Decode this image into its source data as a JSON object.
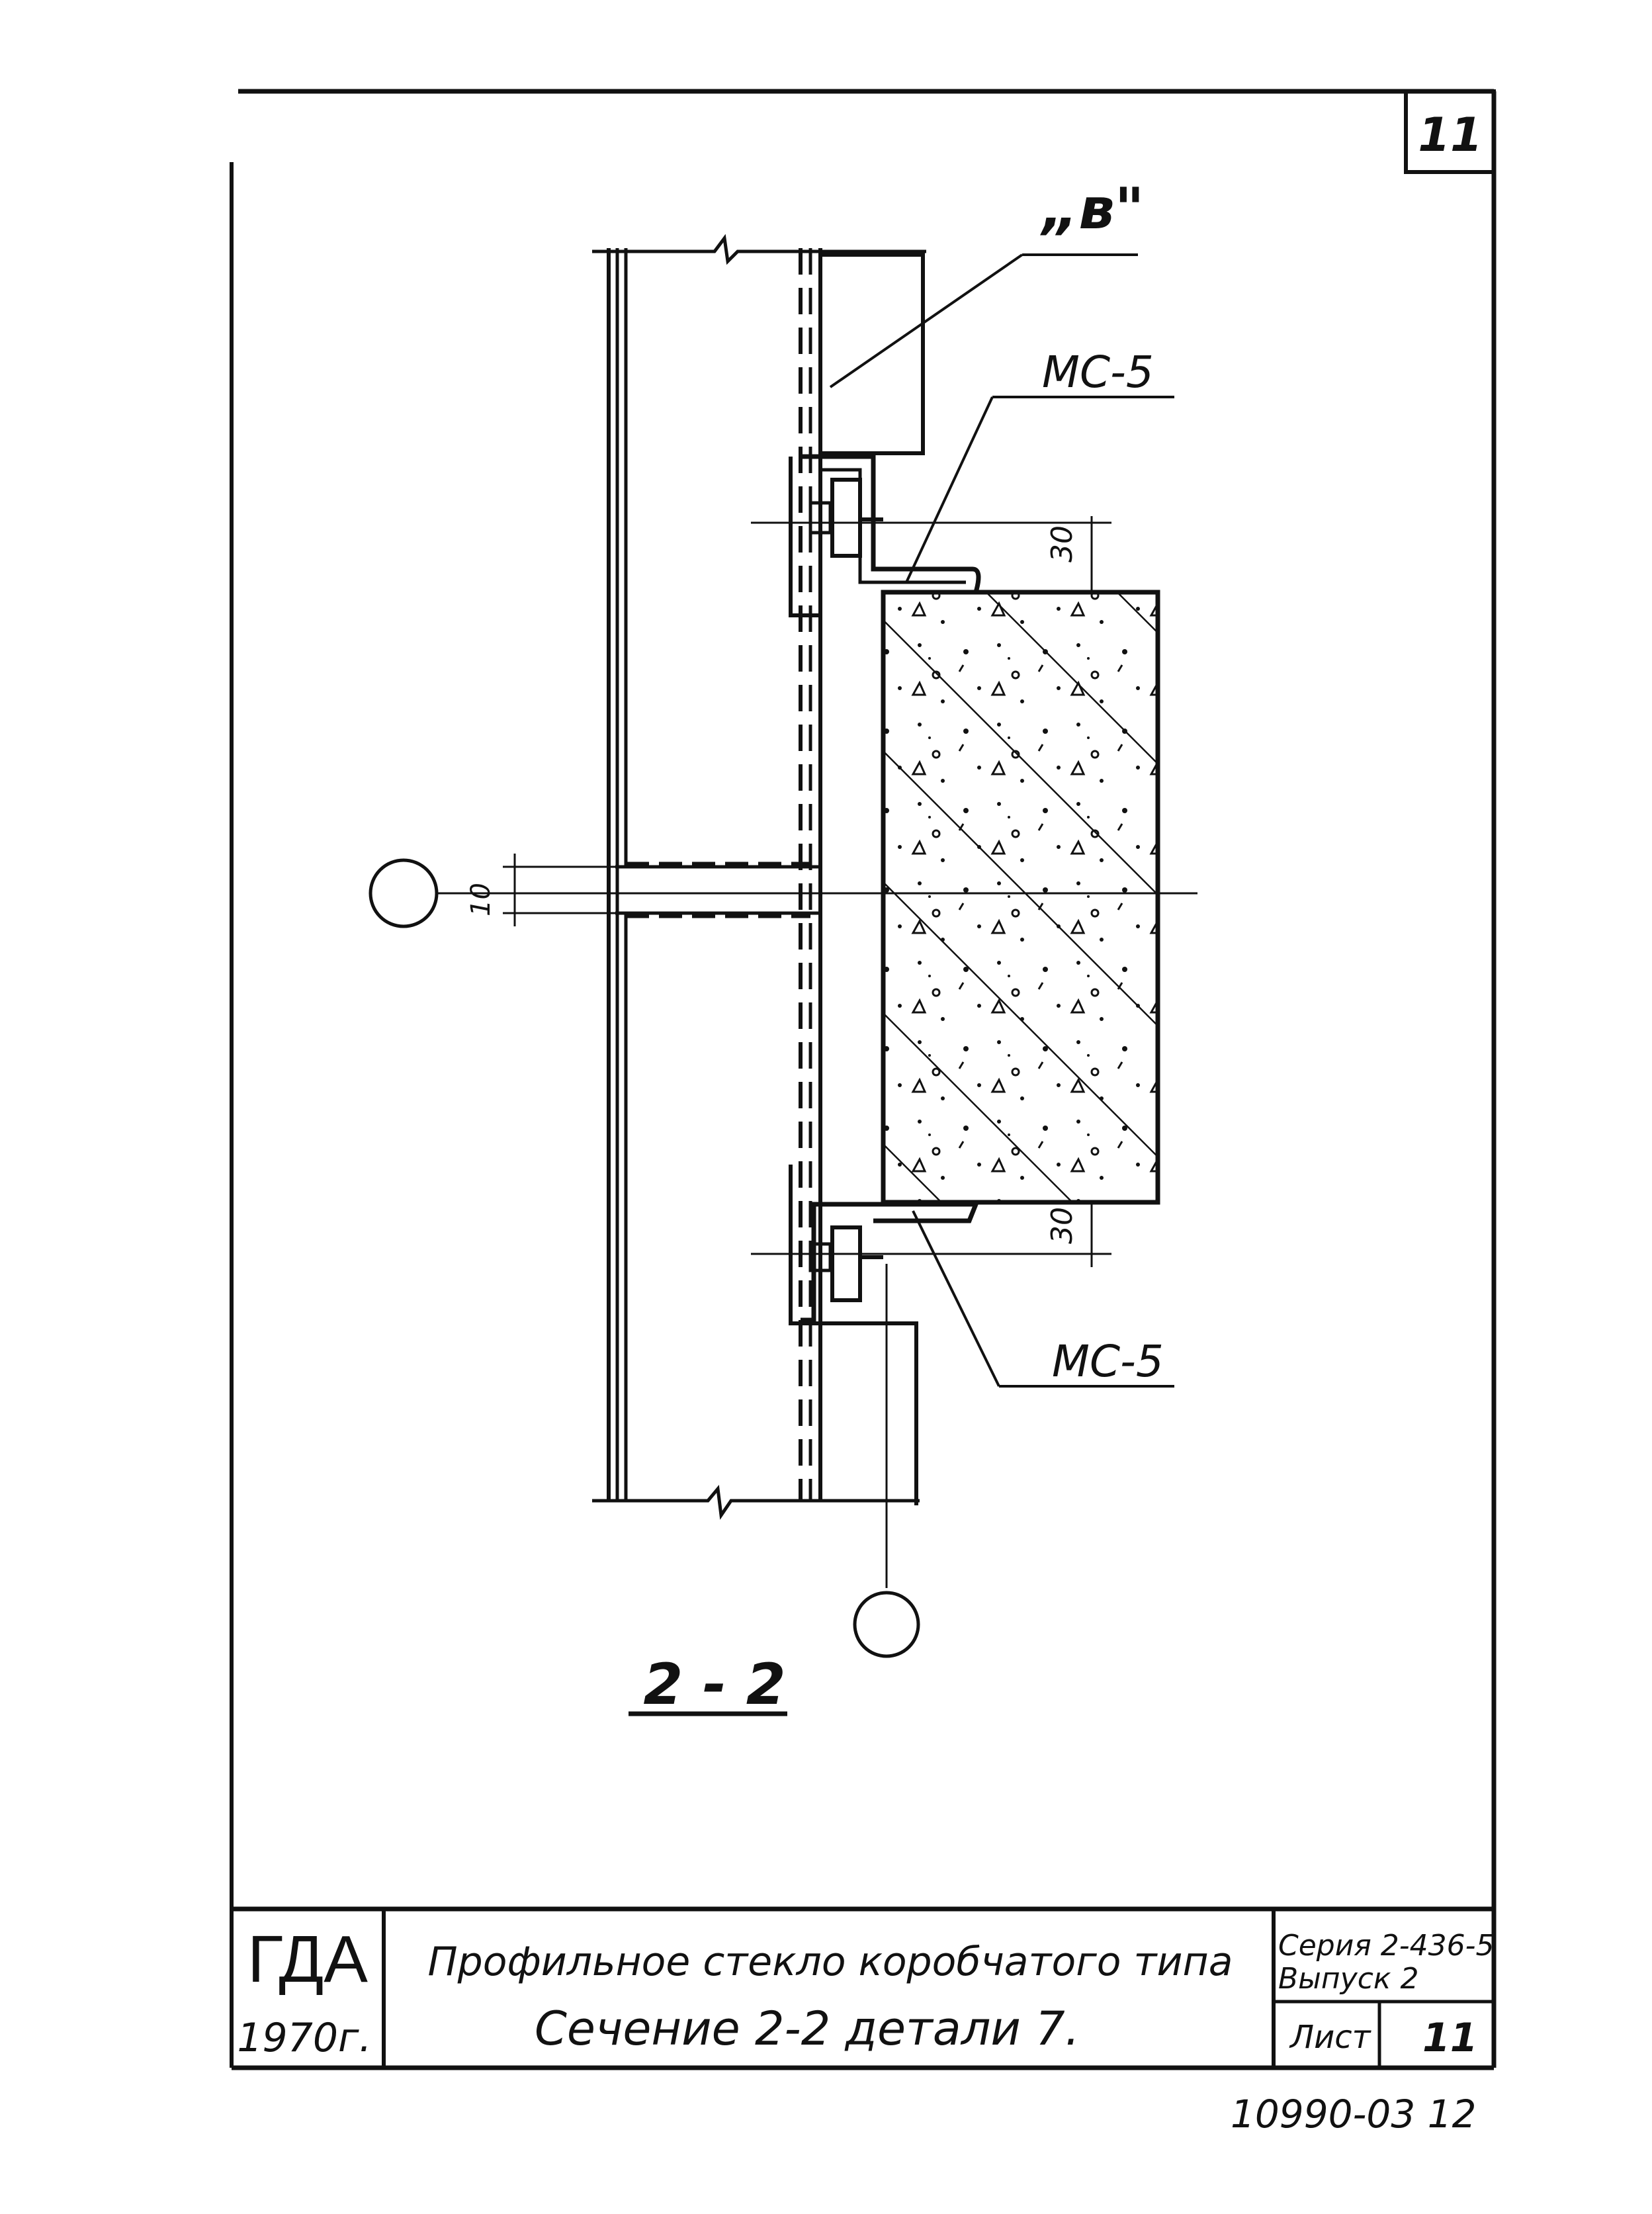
{
  "sheet": {
    "corner_sheet_number": "11",
    "bottom_code": "10990-03 12"
  },
  "drawing": {
    "callout_top": "„в\"",
    "label_mc5_top": "МС-5",
    "label_mc5_bottom": "МС-5",
    "dim_top": "30",
    "dim_bottom": "30",
    "dim_gap": "10",
    "section_label": "2 - 2"
  },
  "title_block": {
    "org": "ГДА",
    "year": "1970г.",
    "title_line1": "Профильное стекло коробчатого типа",
    "title_line2": "Сечение 2-2 детали 7.",
    "series": "Серия 2-436-5",
    "issue": "Выпуск 2",
    "sheet_label": "Лист",
    "sheet_no": "11"
  },
  "colors": {
    "ink": "#111111",
    "paper": "#ffffff"
  }
}
